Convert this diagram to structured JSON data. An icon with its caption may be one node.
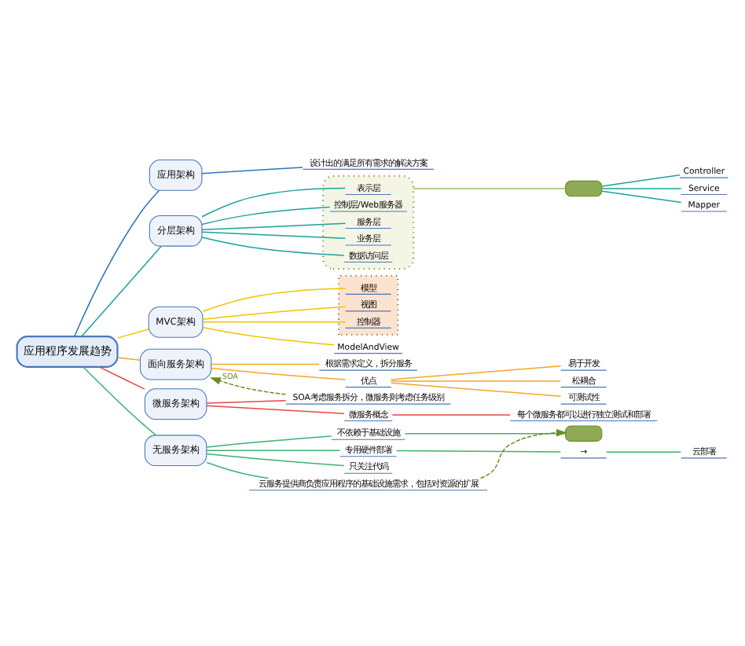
{
  "diagram": {
    "nodes": [
      {
        "text": [
          "应用程序发展趋势"
        ]
      },
      {
        "text": [
          "应用架构"
        ]
      },
      {
        "text": [
          "设计出的满足所有需求的解决方案"
        ]
      },
      {
        "text": [
          "分层架构"
        ]
      },
      {
        "text": [],
        "shape": "cloud"
      },
      {
        "text": [
          "表示层"
        ],
        "in": 4
      },
      {
        "text": [
          "控制层/Web服务器"
        ],
        "in": 4
      },
      {
        "text": [
          "服务层"
        ],
        "in": 4
      },
      {
        "text": [
          "业务层"
        ],
        "in": 4
      },
      {
        "text": [
          "数据访问层"
        ],
        "in": 4
      },
      {
        "text": [],
        "shape": "box"
      },
      {
        "text": [
          "Controller"
        ]
      },
      {
        "text": [
          "Service"
        ]
      },
      {
        "text": [
          "Mapper"
        ]
      },
      {
        "text": [
          "MVC架构"
        ]
      },
      {
        "text": [],
        "shape": "box"
      },
      {
        "text": [
          "模型"
        ],
        "in": 15
      },
      {
        "text": [
          "视图"
        ],
        "in": 15
      },
      {
        "text": [
          "控制器"
        ],
        "in": 15
      },
      {
        "text": [
          "ModelAndView"
        ]
      },
      {
        "text": [
          "面向服务架构"
        ]
      },
      {
        "text": [
          "根据需求定义，拆分服务"
        ]
      },
      {
        "text": [
          "优点"
        ]
      },
      {
        "text": [
          "易于开发"
        ]
      },
      {
        "text": [
          "松耦合"
        ]
      },
      {
        "text": [
          "可测试性"
        ]
      },
      {
        "text": [
          "微服务架构"
        ]
      },
      {
        "text": [
          "SOA考虑服务拆分，微服务则考虑任务级别"
        ]
      },
      {
        "text": [
          "微服务概念"
        ]
      },
      {
        "text": [
          "每个微服务都可以进行独立测试和部署"
        ]
      },
      {
        "text": [
          "无服务架构"
        ]
      },
      {
        "text": [
          "不依赖于基础设施"
        ]
      },
      {
        "text": [],
        "shape": "box"
      },
      {
        "text": [
          "专用硬件部署"
        ]
      },
      {
        "text": [
          "→"
        ]
      },
      {
        "text": [
          "云部署"
        ]
      },
      {
        "text": [
          "只关注代码"
        ]
      },
      {
        "text": [
          "云服务提供商负责应用程序的基础设施需求，包括对资源的扩展"
        ]
      }
    ],
    "edges": [
      {
        "from": 0,
        "to": 1,
        "arrow": "none",
        "color": "#2e75b6"
      },
      {
        "from": 1,
        "to": 2,
        "arrow": "none",
        "color": "#2e75b6"
      },
      {
        "from": 0,
        "to": 3,
        "arrow": "none",
        "color": "#1aa39a"
      },
      {
        "from": 3,
        "to": 5,
        "arrow": "none",
        "color": "#1aa39a"
      },
      {
        "from": 3,
        "to": 6,
        "arrow": "none",
        "color": "#1aa39a"
      },
      {
        "from": 3,
        "to": 7,
        "arrow": "none",
        "color": "#1aa39a"
      },
      {
        "from": 3,
        "to": 8,
        "arrow": "none",
        "color": "#1aa39a"
      },
      {
        "from": 3,
        "to": 9,
        "arrow": "none",
        "color": "#1aa39a"
      },
      {
        "from": 4,
        "to": 10,
        "arrow": "none",
        "color": "#9bbb59"
      },
      {
        "from": 10,
        "to": 11,
        "arrow": "none",
        "color": "#1aa39a"
      },
      {
        "from": 10,
        "to": 12,
        "arrow": "none",
        "color": "#1aa39a"
      },
      {
        "from": 10,
        "to": 13,
        "arrow": "none",
        "color": "#1aa39a"
      },
      {
        "from": 0,
        "to": 14,
        "arrow": "none",
        "color": "#f2c200"
      },
      {
        "from": 14,
        "to": 16,
        "arrow": "none",
        "color": "#f2c200"
      },
      {
        "from": 14,
        "to": 17,
        "arrow": "none",
        "color": "#f2c200"
      },
      {
        "from": 14,
        "to": 18,
        "arrow": "none",
        "color": "#f2c200"
      },
      {
        "from": 14,
        "to": 19,
        "arrow": "none",
        "color": "#f2c200"
      },
      {
        "from": 0,
        "to": 20,
        "arrow": "none",
        "color": "#f5a623"
      },
      {
        "from": 20,
        "to": 21,
        "arrow": "none",
        "color": "#f5a623"
      },
      {
        "from": 20,
        "to": 22,
        "arrow": "none",
        "color": "#f5a623"
      },
      {
        "from": 22,
        "to": 23,
        "arrow": "none",
        "color": "#f5a623"
      },
      {
        "from": 22,
        "to": 24,
        "arrow": "none",
        "color": "#f5a623"
      },
      {
        "from": 22,
        "to": 25,
        "arrow": "none",
        "color": "#f5a623"
      },
      {
        "from": 0,
        "to": 26,
        "arrow": "none",
        "color": "#e8474b"
      },
      {
        "from": 26,
        "to": 27,
        "arrow": "none",
        "color": "#e8474b"
      },
      {
        "from": 26,
        "to": 28,
        "arrow": "none",
        "color": "#e8474b"
      },
      {
        "from": 28,
        "to": 29,
        "arrow": "none",
        "color": "#e8474b"
      },
      {
        "from": 0,
        "to": 30,
        "arrow": "none",
        "color": "#3cb371"
      },
      {
        "from": 30,
        "to": 31,
        "arrow": "none",
        "color": "#3cb371"
      },
      {
        "from": 31,
        "to": 32,
        "arrow": "none",
        "color": "#3cb371"
      },
      {
        "from": 30,
        "to": 33,
        "arrow": "none",
        "color": "#3cb371"
      },
      {
        "from": 33,
        "to": 34,
        "arrow": "none",
        "color": "#3cb371"
      },
      {
        "from": 34,
        "to": 35,
        "arrow": "none",
        "color": "#3cb371"
      },
      {
        "from": 30,
        "to": 36,
        "arrow": "none",
        "color": "#3cb371"
      },
      {
        "from": 30,
        "to": 37,
        "arrow": "none",
        "color": "#3cb371"
      },
      {
        "from": 27,
        "to": 20,
        "arrow": "to",
        "label": "SOA",
        "style": "dashed",
        "color": "#6b8e23"
      },
      {
        "from": 37,
        "to": 32,
        "arrow": "to",
        "style": "dashed",
        "color": "#6b8e23"
      }
    ]
  }
}
